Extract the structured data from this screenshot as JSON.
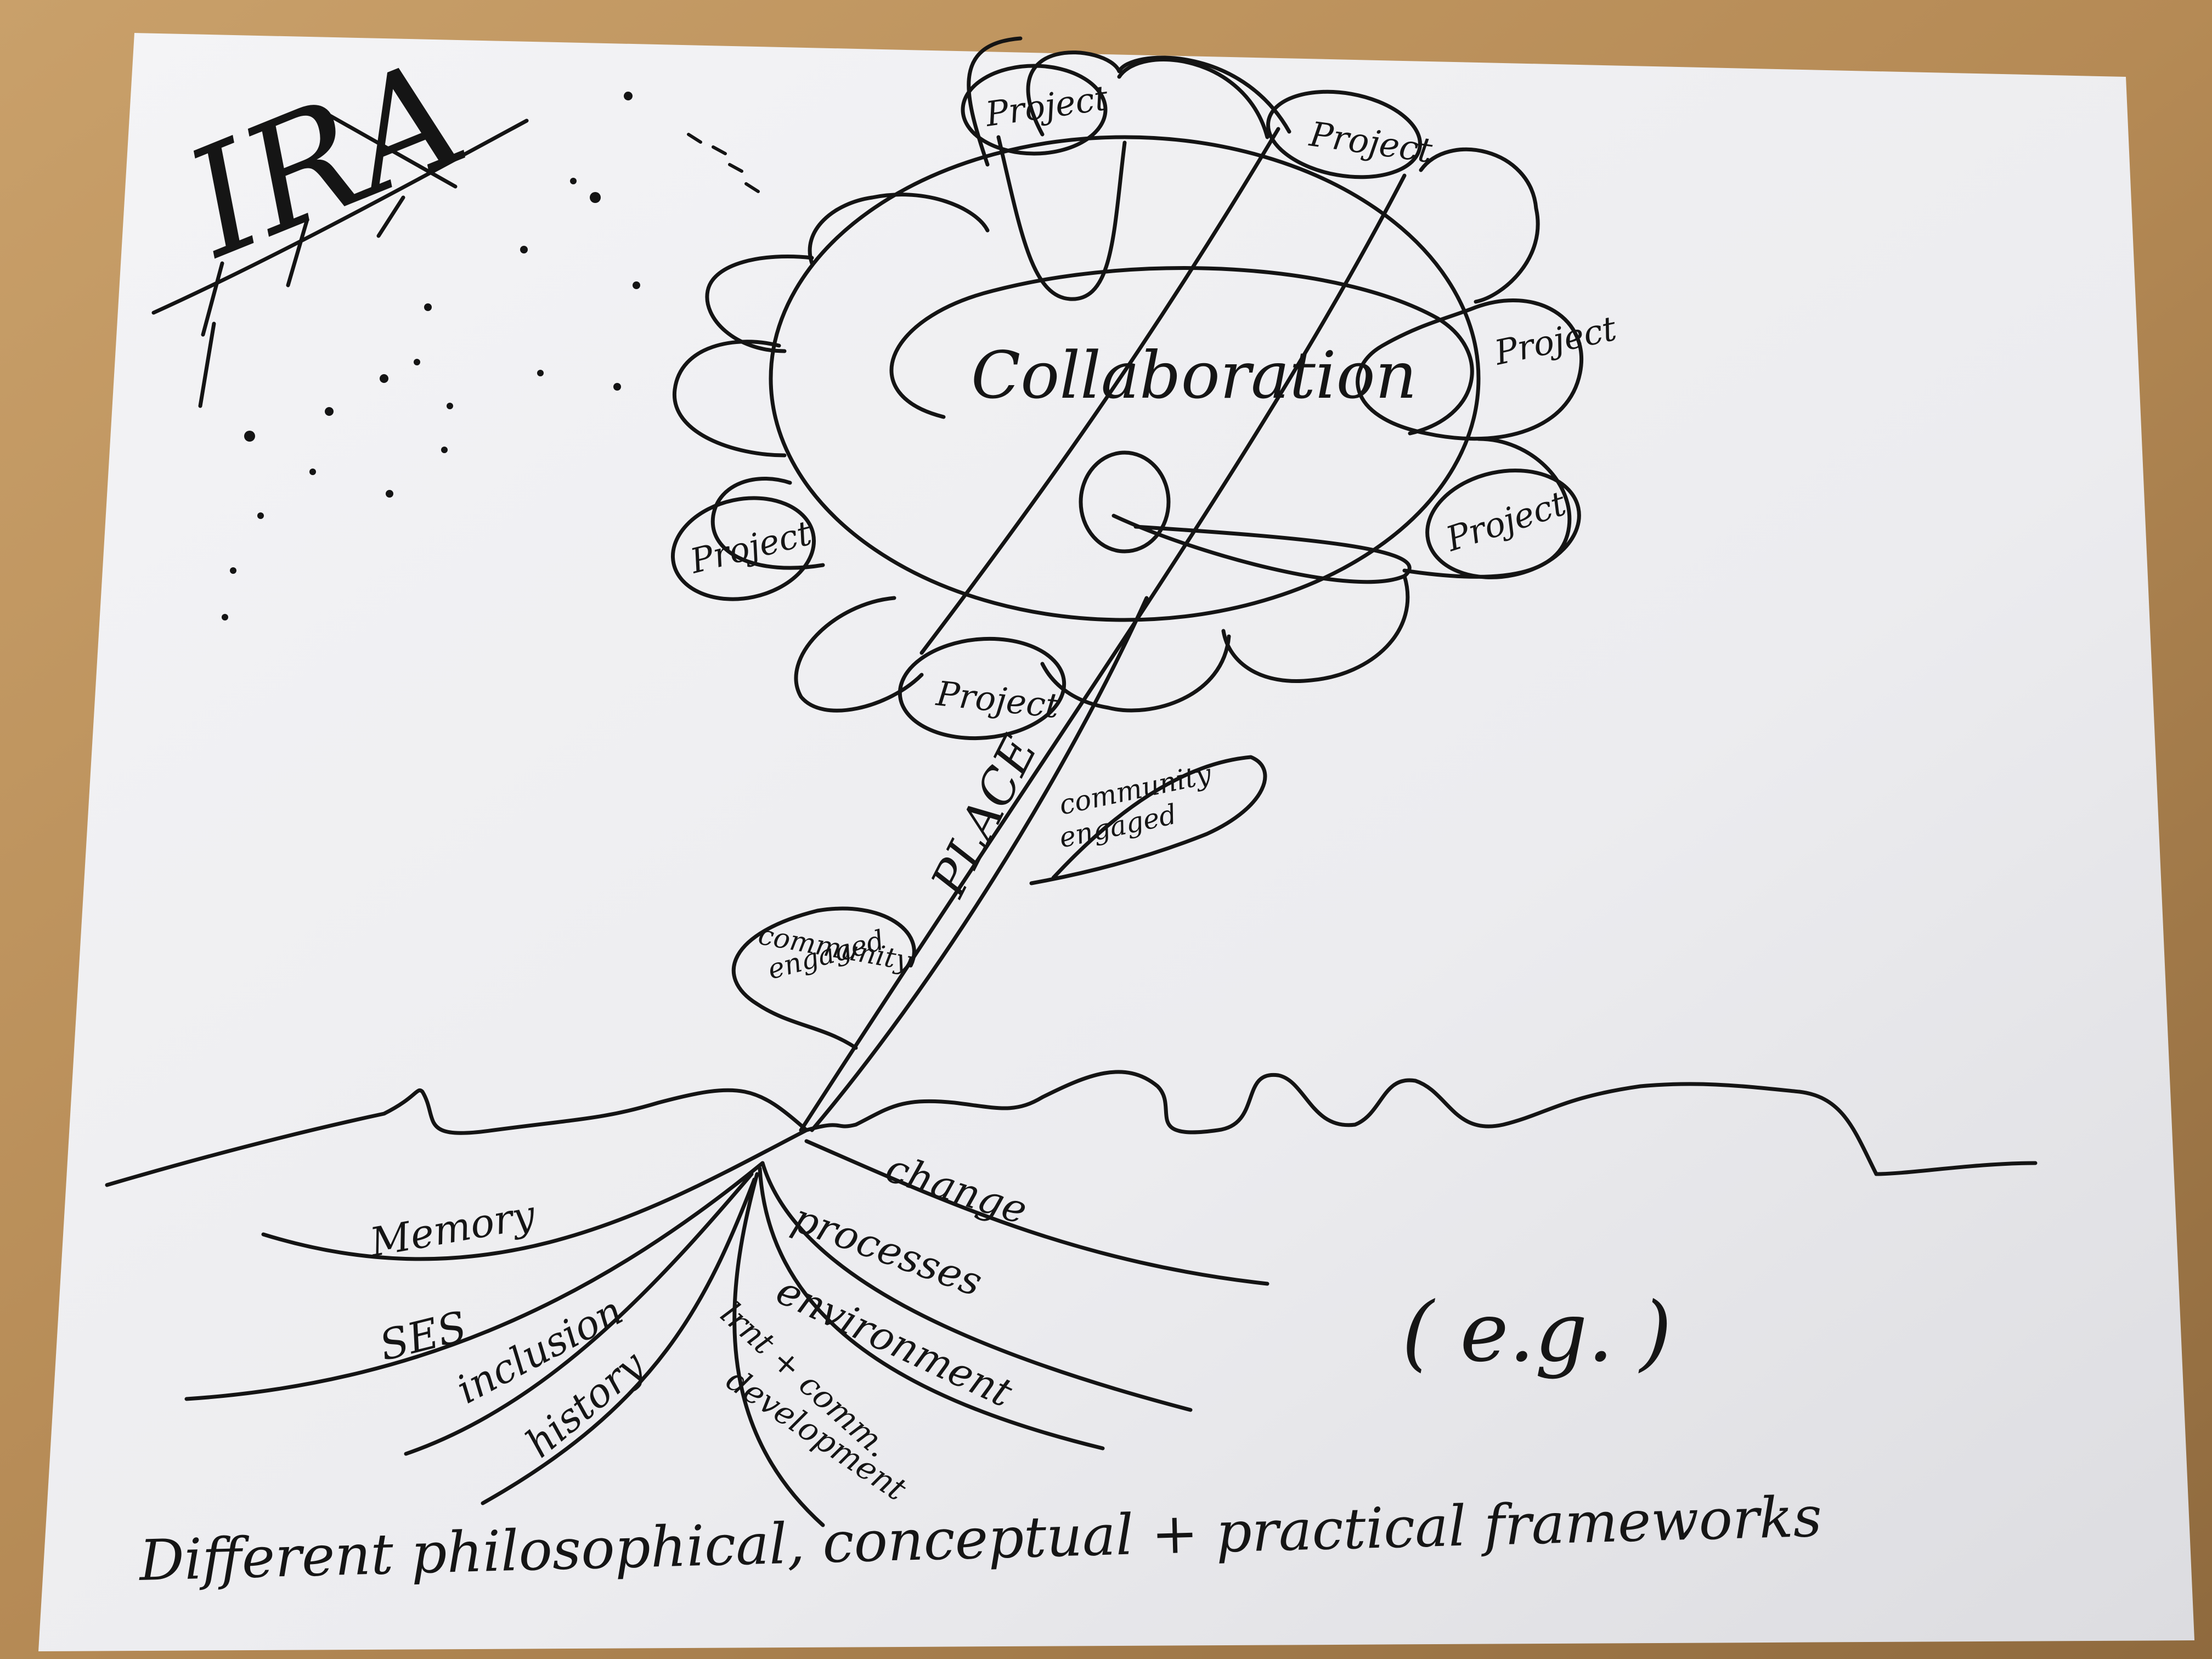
{
  "colors": {
    "ink": "#141414",
    "paper": "#f1f1f3",
    "desk": "#b58a55"
  },
  "sun_label": "IRA",
  "center_label": "Collaboration",
  "petal_labels": [
    "Project",
    "Project",
    "Project",
    "Project",
    "Project",
    "Project"
  ],
  "stem_label": "PLACE",
  "leaves": [
    {
      "line1": "community",
      "line2": "engaged"
    },
    {
      "line1": "community",
      "line2": "engaged"
    }
  ],
  "roots": [
    "Memory",
    "SES",
    "inclusion",
    "history",
    "change",
    "processes",
    "environment"
  ],
  "root_multi": {
    "line1": "lrnt + comm.",
    "line2": "development"
  },
  "note": "( e.g. )",
  "caption": "Different philosophical, conceptual + practical frameworks"
}
